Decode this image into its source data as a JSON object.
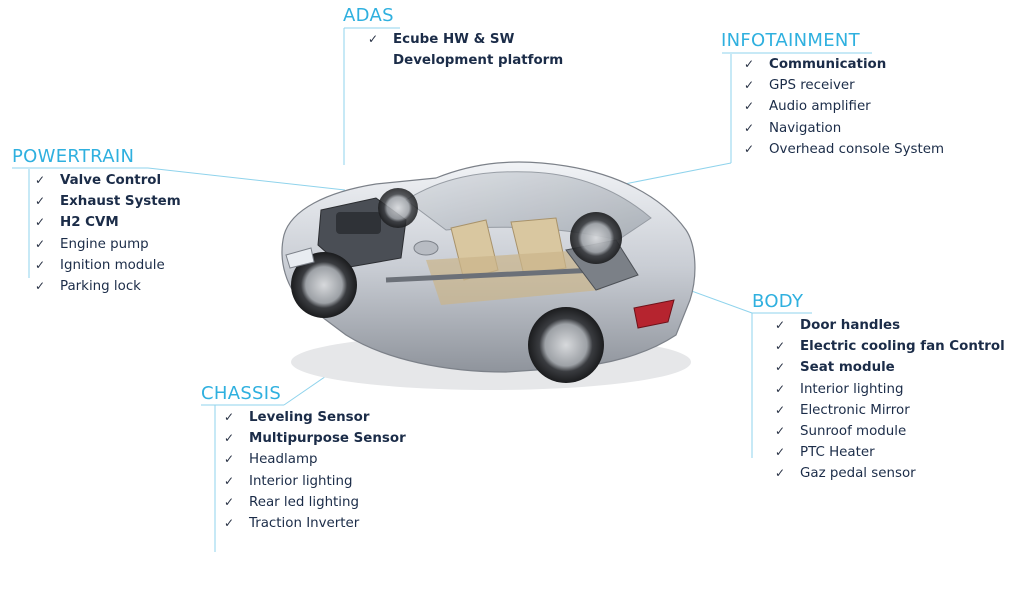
{
  "colors": {
    "accent": "#2fb0df",
    "text": "#1b2c48",
    "line": "#8fd3ec"
  },
  "groups": {
    "adas": {
      "title": "ADAS",
      "items": [
        {
          "text": "Ecube HW & SW",
          "bold": true
        },
        {
          "text": "Development platform",
          "bold": true
        }
      ]
    },
    "infotainment": {
      "title": "INFOTAINMENT",
      "items": [
        {
          "text": "Communication",
          "bold": true
        },
        {
          "text": "GPS receiver",
          "bold": false
        },
        {
          "text": "Audio amplifier",
          "bold": false
        },
        {
          "text": "Navigation",
          "bold": false
        },
        {
          "text": "Overhead console System",
          "bold": false
        }
      ]
    },
    "powertrain": {
      "title": "POWERTRAIN",
      "items": [
        {
          "text": "Valve Control",
          "bold": true
        },
        {
          "text": "Exhaust System",
          "bold": true
        },
        {
          "text": "H2 CVM",
          "bold": true
        },
        {
          "text": "Engine pump",
          "bold": false
        },
        {
          "text": "Ignition module",
          "bold": false
        },
        {
          "text": "Parking lock",
          "bold": false
        }
      ]
    },
    "body": {
      "title": "BODY",
      "items": [
        {
          "text": "Door handles",
          "bold": true
        },
        {
          "text": "Electric cooling fan Control",
          "bold": true
        },
        {
          "text": "Seat module",
          "bold": true
        },
        {
          "text": "Interior lighting",
          "bold": false
        },
        {
          "text": "Electronic Mirror",
          "bold": false
        },
        {
          "text": "Sunroof module",
          "bold": false
        },
        {
          "text": "PTC Heater",
          "bold": false
        },
        {
          "text": "Gaz pedal sensor",
          "bold": false
        }
      ]
    },
    "chassis": {
      "title": "CHASSIS",
      "items": [
        {
          "text": "Leveling Sensor",
          "bold": true
        },
        {
          "text": "Multipurpose Sensor",
          "bold": true
        },
        {
          "text": "Headlamp",
          "bold": false
        },
        {
          "text": "Interior lighting",
          "bold": false
        },
        {
          "text": "Rear led lighting",
          "bold": false
        },
        {
          "text": "Traction Inverter",
          "bold": false
        }
      ]
    }
  },
  "check_glyph": "✓",
  "image": {
    "icon": "cutaway-car-icon"
  }
}
